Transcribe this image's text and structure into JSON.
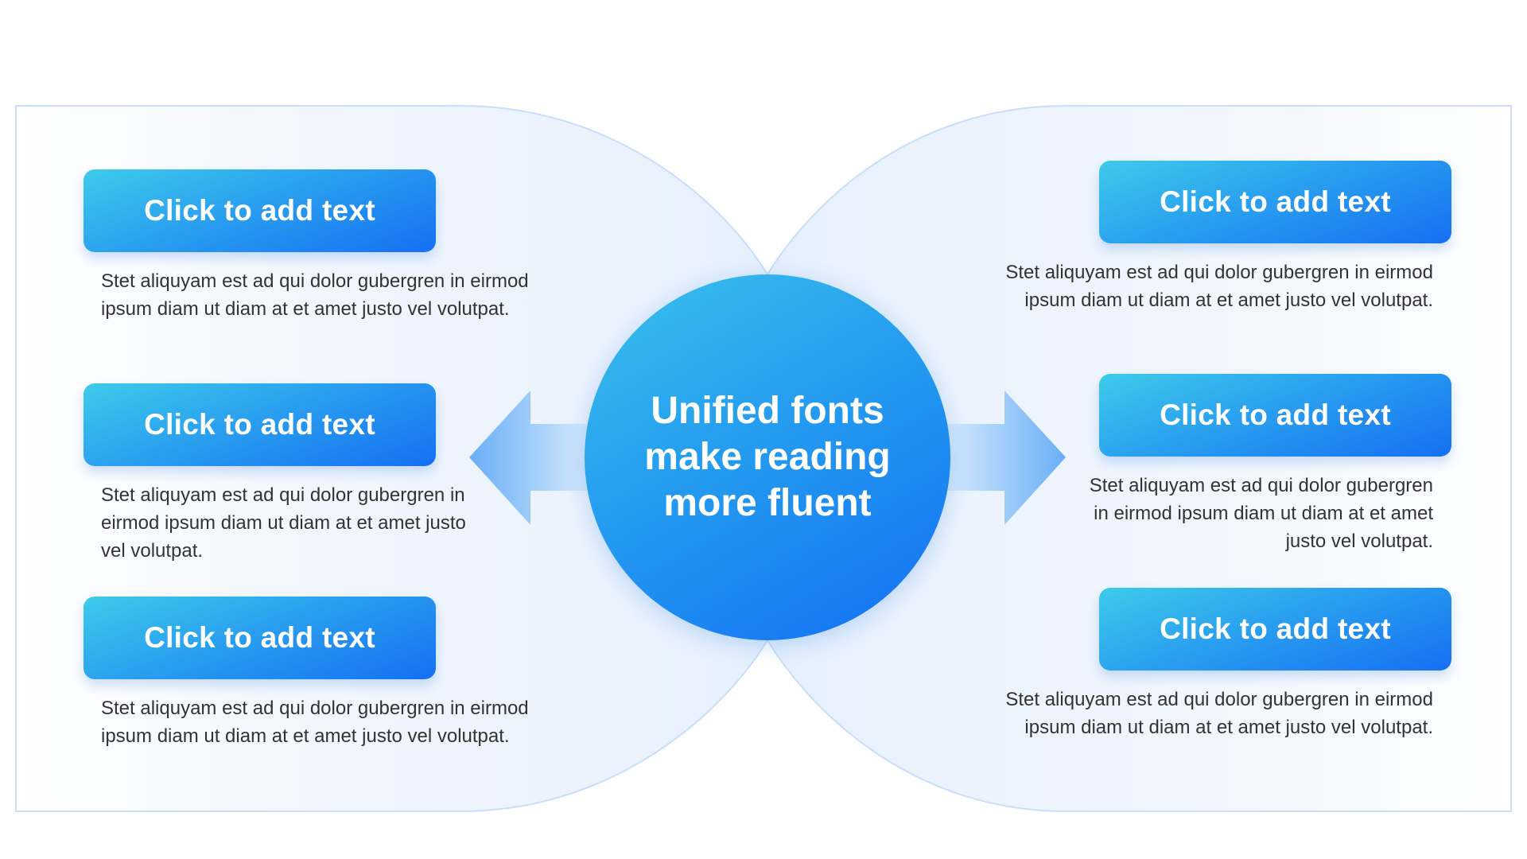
{
  "center": {
    "text": "Unified fonts make reading more fluent"
  },
  "left_items": [
    {
      "button_label": "Click to add text",
      "description": "Stet aliquyam est ad qui dolor gubergren in eirmod ipsum diam ut diam at et amet justo vel volutpat."
    },
    {
      "button_label": "Click to add text",
      "description": "Stet aliquyam est ad qui dolor gubergren in eirmod ipsum diam ut diam at et amet justo vel volutpat."
    },
    {
      "button_label": "Click to add text",
      "description": "Stet aliquyam est ad qui dolor gubergren in eirmod ipsum diam ut diam at et amet justo vel volutpat."
    }
  ],
  "right_items": [
    {
      "button_label": "Click to add text",
      "description": "Stet aliquyam est ad qui dolor gubergren in eirmod ipsum diam ut diam at et amet justo vel volutpat."
    },
    {
      "button_label": "Click to add text",
      "description": "Stet aliquyam est ad qui dolor gubergren in eirmod ipsum diam ut diam at et amet justo vel volutpat."
    },
    {
      "button_label": "Click to add text",
      "description": "Stet aliquyam est ad qui dolor gubergren in eirmod ipsum diam ut diam at et amet justo vel volutpat."
    }
  ],
  "colors": {
    "accent_light": "#3dcbea",
    "accent_dark": "#1570f3",
    "panel_tint": "#e8f1fd",
    "body_text": "#333333"
  }
}
